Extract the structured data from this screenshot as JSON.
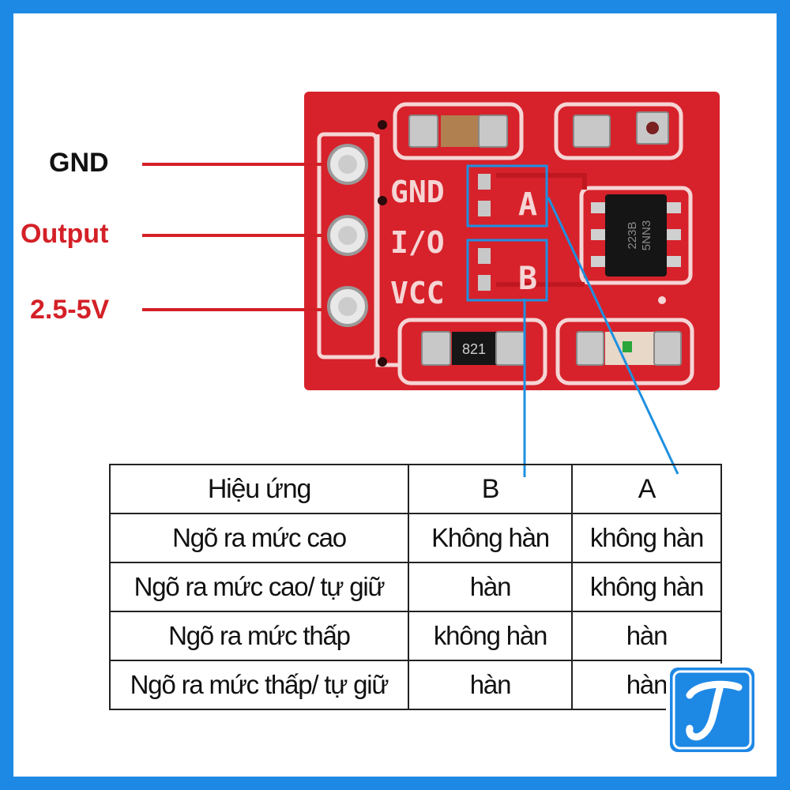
{
  "board": {
    "silk_labels": [
      "GND",
      "I/O",
      "VCC"
    ],
    "pad_labels": [
      "A",
      "B"
    ],
    "resistor_code": "821",
    "chip_code": [
      "223B",
      "5NN3"
    ]
  },
  "pins": {
    "gnd": "GND",
    "output": "Output",
    "voltage": "2.5-5V"
  },
  "colors": {
    "gnd_label": "#111111",
    "output_label": "#d42027",
    "voltage_label": "#d42027",
    "pcb": "#d7222b",
    "pointer": "#1e90e0",
    "frame": "#1e88e5"
  },
  "table": {
    "headers": [
      "Hiệu ứng",
      "B",
      "A"
    ],
    "rows": [
      [
        "Ngõ ra mức cao",
        "Không hàn",
        "không hàn"
      ],
      [
        "Ngõ ra mức cao/ tự giữ",
        "hàn",
        "không hàn"
      ],
      [
        "Ngõ ra mức thấp",
        "không hàn",
        "hàn"
      ],
      [
        "Ngõ ra mức thấp/ tự giữ",
        "hàn",
        "hàn"
      ]
    ]
  },
  "logo": {
    "letter": "T",
    "icon": "brand-logo-icon"
  }
}
